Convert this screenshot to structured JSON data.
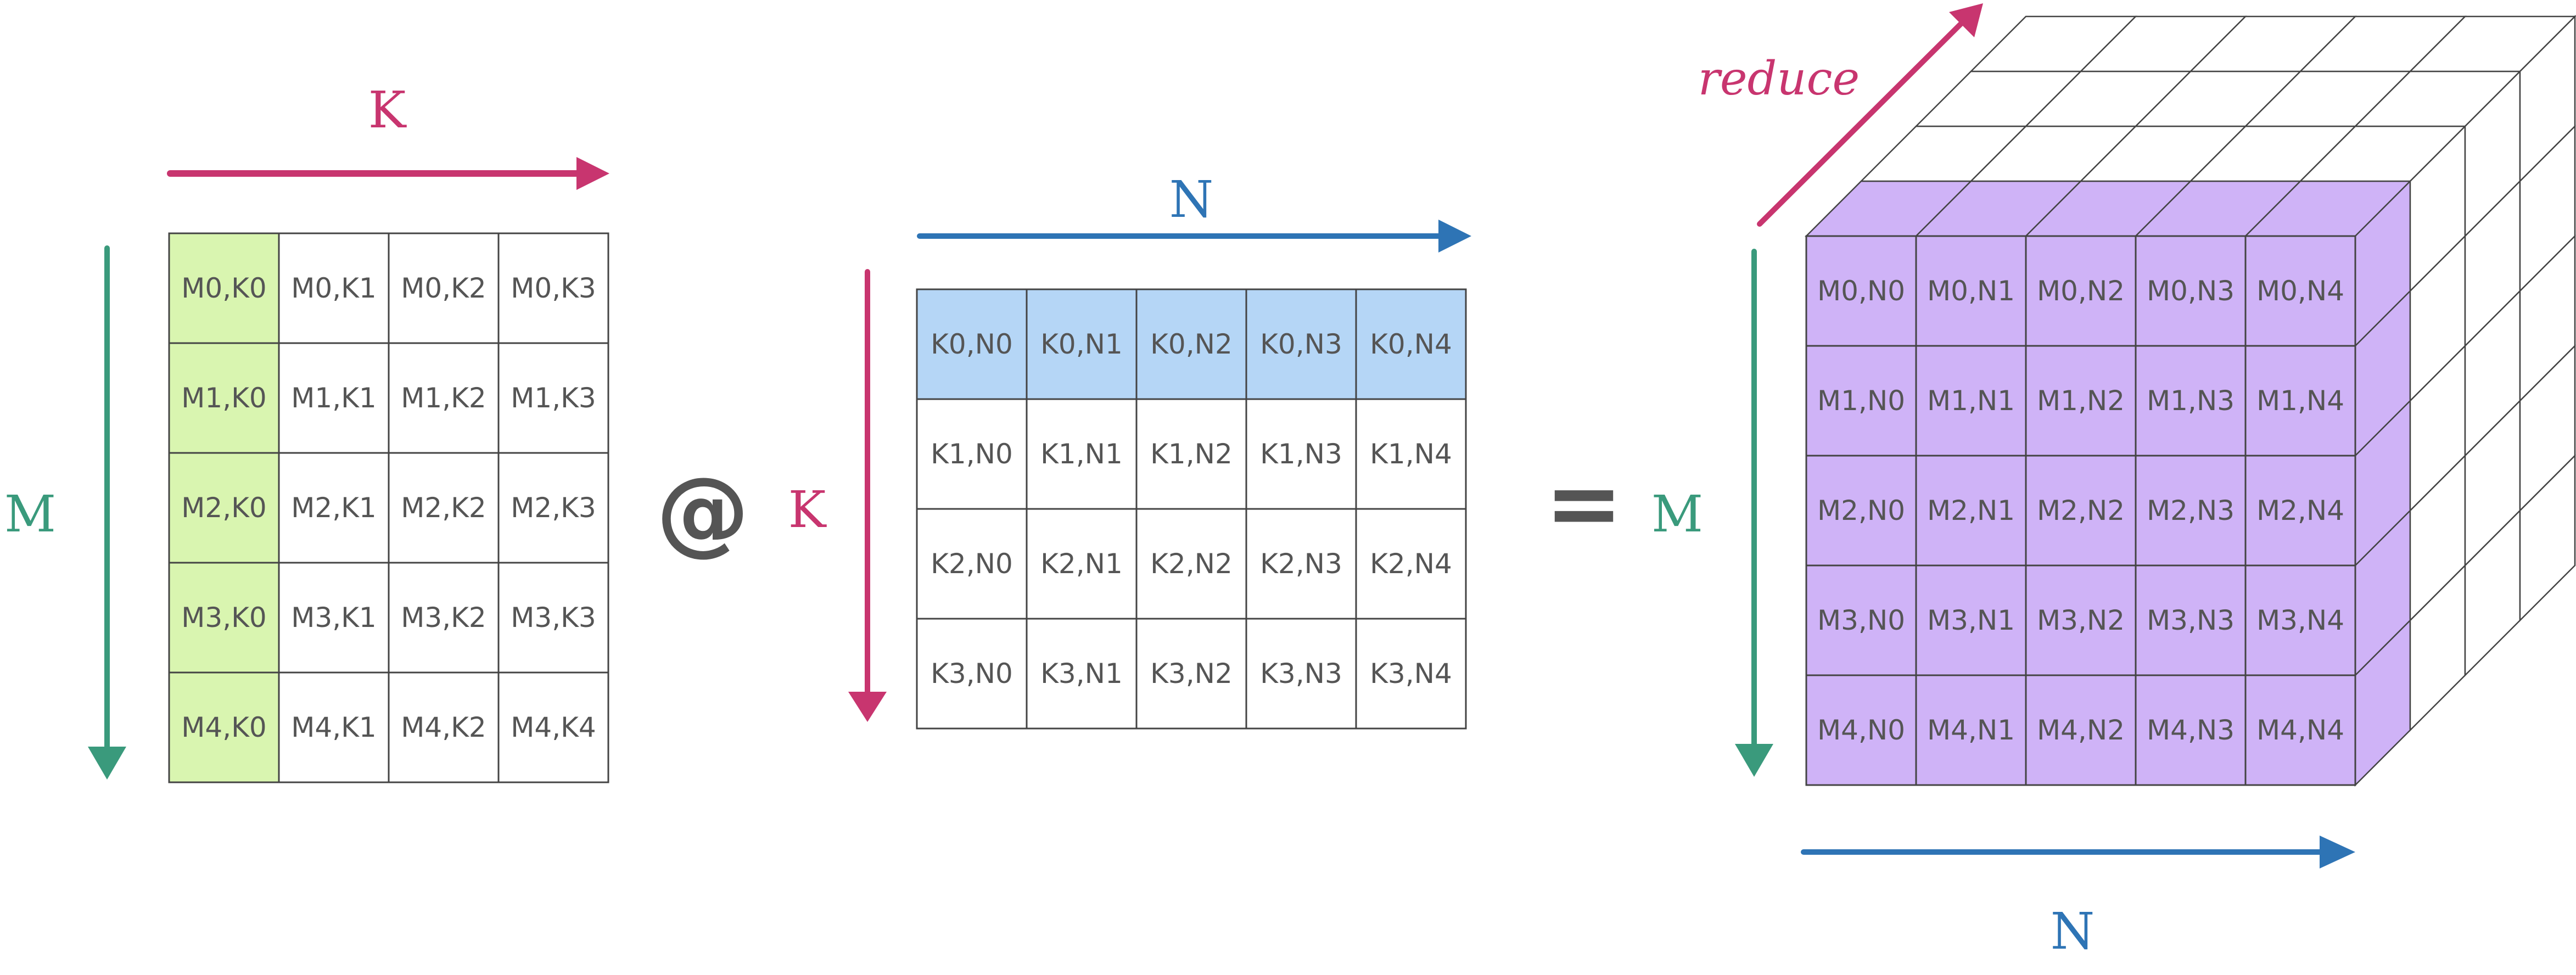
{
  "colors": {
    "m_axis": "#3a9a7c",
    "k_axis": "#c8356f",
    "n_axis": "#2e74b5",
    "lhs_highlight": "#d9f5b0",
    "rhs_highlight": "#b5d6f6",
    "result_fill": "#cfb3f7",
    "grid_line": "#444444",
    "symbol": "#555555"
  },
  "labels": {
    "lhs_k": "K",
    "lhs_m": "M",
    "matmul_op": "@",
    "rhs_k": "K",
    "rhs_n": "N",
    "equals": "=",
    "out_m": "M",
    "out_n": "N",
    "reduce": "reduce"
  },
  "lhs": {
    "highlight_column": 0,
    "rows": [
      [
        "M0,K0",
        "M0,K1",
        "M0,K2",
        "M0,K3"
      ],
      [
        "M1,K0",
        "M1,K1",
        "M1,K2",
        "M1,K3"
      ],
      [
        "M2,K0",
        "M2,K1",
        "M2,K2",
        "M2,K3"
      ],
      [
        "M3,K0",
        "M3,K1",
        "M3,K2",
        "M3,K3"
      ],
      [
        "M4,K0",
        "M4,K1",
        "M4,K2",
        "M4,K4"
      ]
    ]
  },
  "rhs": {
    "highlight_row": 0,
    "rows": [
      [
        "K0,N0",
        "K0,N1",
        "K0,N2",
        "K0,N3",
        "K0,N4"
      ],
      [
        "K1,N0",
        "K1,N1",
        "K1,N2",
        "K1,N3",
        "K1,N4"
      ],
      [
        "K2,N0",
        "K2,N1",
        "K2,N2",
        "K2,N3",
        "K2,N4"
      ],
      [
        "K3,N0",
        "K3,N1",
        "K3,N2",
        "K3,N3",
        "K3,N4"
      ]
    ]
  },
  "result": {
    "depth": 4,
    "rows": [
      [
        "M0,N0",
        "M0,N1",
        "M0,N2",
        "M0,N3",
        "M0,N4"
      ],
      [
        "M1,N0",
        "M1,N1",
        "M1,N2",
        "M1,N3",
        "M1,N4"
      ],
      [
        "M2,N0",
        "M2,N1",
        "M2,N2",
        "M2,N3",
        "M2,N4"
      ],
      [
        "M3,N0",
        "M3,N1",
        "M3,N2",
        "M3,N3",
        "M3,N4"
      ],
      [
        "M4,N0",
        "M4,N1",
        "M4,N2",
        "M4,N3",
        "M4,N4"
      ]
    ]
  }
}
